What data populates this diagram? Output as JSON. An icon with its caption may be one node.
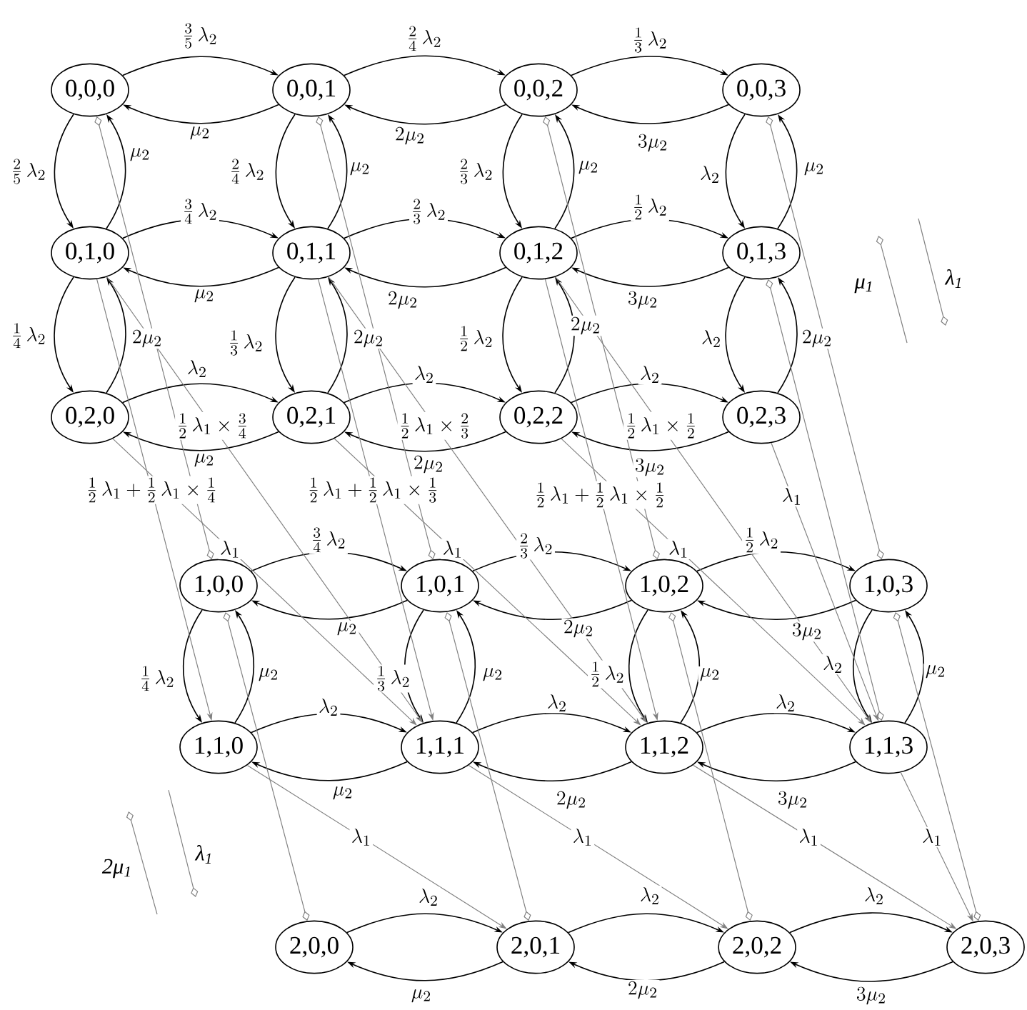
{
  "diagram": {
    "nodes": [
      {
        "text": [
          "0,0,0"
        ]
      },
      {
        "text": [
          "0,0,1"
        ]
      },
      {
        "text": [
          "0,0,2"
        ]
      },
      {
        "text": [
          "0,0,3"
        ]
      },
      {
        "text": [
          "0,1,0"
        ]
      },
      {
        "text": [
          "0,1,1"
        ]
      },
      {
        "text": [
          "0,1,2"
        ]
      },
      {
        "text": [
          "0,1,3"
        ]
      },
      {
        "text": [
          "0,2,0"
        ]
      },
      {
        "text": [
          "0,2,1"
        ]
      },
      {
        "text": [
          "0,2,2"
        ]
      },
      {
        "text": [
          "0,2,3"
        ]
      },
      {
        "text": [
          "1,0,0"
        ]
      },
      {
        "text": [
          "1,0,1"
        ]
      },
      {
        "text": [
          "1,0,2"
        ]
      },
      {
        "text": [
          "1,0,3"
        ]
      },
      {
        "text": [
          "1,1,0"
        ]
      },
      {
        "text": [
          "1,1,1"
        ]
      },
      {
        "text": [
          "1,1,2"
        ]
      },
      {
        "text": [
          "1,1,3"
        ]
      },
      {
        "text": [
          "2,0,0"
        ]
      },
      {
        "text": [
          "2,0,1"
        ]
      },
      {
        "text": [
          "2,0,2"
        ]
      },
      {
        "text": [
          "2,0,3"
        ]
      }
    ],
    "edges": [
      {
        "from": 0,
        "to": 1,
        "arrow": "to",
        "label": "\\frac{3}{5}\\,\\lambda_2"
      },
      {
        "from": 1,
        "to": 0,
        "arrow": "to",
        "label": "\\mu_2"
      },
      {
        "from": 1,
        "to": 2,
        "arrow": "to",
        "label": "\\frac{2}{4}\\,\\lambda_2"
      },
      {
        "from": 2,
        "to": 1,
        "arrow": "to",
        "label": "2\\mu_2"
      },
      {
        "from": 2,
        "to": 3,
        "arrow": "to",
        "label": "\\frac{1}{3}\\,\\lambda_2"
      },
      {
        "from": 3,
        "to": 2,
        "arrow": "to",
        "label": "3\\mu_2"
      },
      {
        "from": 4,
        "to": 5,
        "arrow": "to",
        "label": "\\frac{3}{4}\\,\\lambda_2"
      },
      {
        "from": 5,
        "to": 4,
        "arrow": "to",
        "label": "\\mu_2"
      },
      {
        "from": 5,
        "to": 6,
        "arrow": "to",
        "label": "\\frac{2}{3}\\,\\lambda_2"
      },
      {
        "from": 6,
        "to": 5,
        "arrow": "to",
        "label": "2\\mu_2"
      },
      {
        "from": 6,
        "to": 7,
        "arrow": "to",
        "label": "\\frac{1}{2}\\,\\lambda_2"
      },
      {
        "from": 7,
        "to": 6,
        "arrow": "to",
        "label": "3\\mu_2"
      },
      {
        "from": 8,
        "to": 9,
        "arrow": "to",
        "label": "\\lambda_2"
      },
      {
        "from": 9,
        "to": 8,
        "arrow": "to",
        "label": "\\mu_2"
      },
      {
        "from": 9,
        "to": 10,
        "arrow": "to",
        "label": "\\lambda_2"
      },
      {
        "from": 10,
        "to": 9,
        "arrow": "to",
        "label": "2\\mu_2"
      },
      {
        "from": 10,
        "to": 11,
        "arrow": "to",
        "label": "\\lambda_2"
      },
      {
        "from": 11,
        "to": 10,
        "arrow": "to",
        "label": "3\\mu_2"
      },
      {
        "from": 12,
        "to": 13,
        "arrow": "to",
        "label": "\\frac{3}{4}\\,\\lambda_2"
      },
      {
        "from": 13,
        "to": 12,
        "arrow": "to",
        "label": "\\mu_2"
      },
      {
        "from": 13,
        "to": 14,
        "arrow": "to",
        "label": "\\frac{2}{3}\\,\\lambda_2"
      },
      {
        "from": 14,
        "to": 13,
        "arrow": "to",
        "label": "2\\mu_2"
      },
      {
        "from": 14,
        "to": 15,
        "arrow": "to",
        "label": "\\frac{1}{2}\\,\\lambda_2"
      },
      {
        "from": 15,
        "to": 14,
        "arrow": "to",
        "label": "3\\mu_2"
      },
      {
        "from": 16,
        "to": 17,
        "arrow": "to",
        "label": "\\lambda_2"
      },
      {
        "from": 17,
        "to": 16,
        "arrow": "to",
        "label": "\\mu_2"
      },
      {
        "from": 17,
        "to": 18,
        "arrow": "to",
        "label": "\\lambda_2"
      },
      {
        "from": 18,
        "to": 17,
        "arrow": "to",
        "label": "2\\mu_2"
      },
      {
        "from": 18,
        "to": 19,
        "arrow": "to",
        "label": "\\lambda_2"
      },
      {
        "from": 19,
        "to": 18,
        "arrow": "to",
        "label": "3\\mu_2"
      },
      {
        "from": 20,
        "to": 21,
        "arrow": "to",
        "label": "\\lambda_2"
      },
      {
        "from": 21,
        "to": 20,
        "arrow": "to",
        "label": "\\mu_2"
      },
      {
        "from": 21,
        "to": 22,
        "arrow": "to",
        "label": "\\lambda_2"
      },
      {
        "from": 22,
        "to": 21,
        "arrow": "to",
        "label": "2\\mu_2"
      },
      {
        "from": 22,
        "to": 23,
        "arrow": "to",
        "label": "\\lambda_2"
      },
      {
        "from": 23,
        "to": 22,
        "arrow": "to",
        "label": "3\\mu_2"
      },
      {
        "from": 0,
        "to": 4,
        "arrow": "to",
        "label": "\\frac{2}{5}\\,\\lambda_2"
      },
      {
        "from": 4,
        "to": 0,
        "arrow": "to",
        "label": "\\mu_2"
      },
      {
        "from": 1,
        "to": 5,
        "arrow": "to",
        "label": "\\frac{2}{4}\\,\\lambda_2"
      },
      {
        "from": 5,
        "to": 1,
        "arrow": "to",
        "label": "\\mu_2"
      },
      {
        "from": 2,
        "to": 6,
        "arrow": "to",
        "label": "\\frac{2}{3}\\,\\lambda_2"
      },
      {
        "from": 6,
        "to": 2,
        "arrow": "to",
        "label": "\\mu_2"
      },
      {
        "from": 3,
        "to": 7,
        "arrow": "to",
        "label": "\\lambda_2"
      },
      {
        "from": 7,
        "to": 3,
        "arrow": "to",
        "label": "\\mu_2"
      },
      {
        "from": 4,
        "to": 8,
        "arrow": "to",
        "label": "\\frac{1}{4}\\,\\lambda_2"
      },
      {
        "from": 8,
        "to": 4,
        "arrow": "to",
        "label": "2\\mu_2"
      },
      {
        "from": 5,
        "to": 9,
        "arrow": "to",
        "label": "\\frac{1}{3}\\,\\lambda_2"
      },
      {
        "from": 9,
        "to": 5,
        "arrow": "to",
        "label": "2\\mu_2"
      },
      {
        "from": 6,
        "to": 10,
        "arrow": "to",
        "label": "\\frac{1}{2}\\,\\lambda_2"
      },
      {
        "from": 10,
        "to": 6,
        "arrow": "to",
        "label": "2\\mu_2"
      },
      {
        "from": 7,
        "to": 11,
        "arrow": "to",
        "label": "\\lambda_2"
      },
      {
        "from": 11,
        "to": 7,
        "arrow": "to",
        "label": "2\\mu_2"
      },
      {
        "from": 12,
        "to": 16,
        "arrow": "to",
        "label": "\\frac{1}{4}\\,\\lambda_2"
      },
      {
        "from": 16,
        "to": 12,
        "arrow": "to",
        "label": "\\mu_2"
      },
      {
        "from": 13,
        "to": 17,
        "arrow": "to",
        "label": "\\frac{1}{3}\\,\\lambda_2"
      },
      {
        "from": 17,
        "to": 13,
        "arrow": "to",
        "label": "\\mu_2"
      },
      {
        "from": 14,
        "to": 18,
        "arrow": "to",
        "label": "\\frac{1}{2}\\,\\lambda_2"
      },
      {
        "from": 18,
        "to": 14,
        "arrow": "to",
        "label": "\\mu_2"
      },
      {
        "from": 15,
        "to": 19,
        "arrow": "to",
        "label": "\\lambda_2"
      },
      {
        "from": 19,
        "to": 15,
        "arrow": "to",
        "label": "\\mu_2"
      },
      {
        "from": 0,
        "to": 12,
        "arrow": "other",
        "color": "#808080"
      },
      {
        "from": 1,
        "to": 13,
        "arrow": "other",
        "color": "#808080"
      },
      {
        "from": 2,
        "to": 14,
        "arrow": "other",
        "color": "#808080"
      },
      {
        "from": 3,
        "to": 15,
        "arrow": "other",
        "color": "#808080"
      },
      {
        "from": 4,
        "to": 16,
        "arrow": "to",
        "color": "#808080",
        "label": "\\frac{1}{2}\\,\\lambda_1+\\frac{1}{2}\\,\\lambda_1\\times\\frac{1}{4}"
      },
      {
        "from": 5,
        "to": 17,
        "arrow": "to",
        "color": "#808080",
        "label": "\\frac{1}{2}\\,\\lambda_1+\\frac{1}{2}\\,\\lambda_1\\times\\frac{1}{3}"
      },
      {
        "from": 6,
        "to": 18,
        "arrow": "to",
        "color": "#808080",
        "label": "\\frac{1}{2}\\,\\lambda_1+\\frac{1}{2}\\,\\lambda_1\\times\\frac{1}{2}"
      },
      {
        "from": 7,
        "to": 19,
        "arrow": "other",
        "color": "#808080"
      },
      {
        "from": 12,
        "to": 20,
        "arrow": "other",
        "color": "#808080"
      },
      {
        "from": 13,
        "to": 21,
        "arrow": "other",
        "color": "#808080"
      },
      {
        "from": 14,
        "to": 22,
        "arrow": "other",
        "color": "#808080"
      },
      {
        "from": 15,
        "to": 23,
        "arrow": "other",
        "color": "#808080"
      },
      {
        "from": 4,
        "to": 17,
        "arrow": "to",
        "color": "#808080",
        "label": "\\frac{1}{2}\\,\\lambda_1\\times\\frac{3}{4}"
      },
      {
        "from": 5,
        "to": 18,
        "arrow": "to",
        "color": "#808080",
        "label": "\\frac{1}{2}\\,\\lambda_1\\times\\frac{2}{3}"
      },
      {
        "from": 6,
        "to": 19,
        "arrow": "to",
        "color": "#808080",
        "label": "\\frac{1}{2}\\,\\lambda_1\\times\\frac{1}{2}"
      },
      {
        "from": 8,
        "to": 17,
        "arrow": "to",
        "color": "#808080",
        "label": "\\lambda_1"
      },
      {
        "from": 9,
        "to": 18,
        "arrow": "to",
        "color": "#808080",
        "label": "\\lambda_1"
      },
      {
        "from": 10,
        "to": 19,
        "arrow": "to",
        "color": "#808080",
        "label": "\\lambda_1"
      },
      {
        "from": 11,
        "to": 19,
        "arrow": "to",
        "color": "#808080",
        "label": "\\lambda_1"
      },
      {
        "from": 16,
        "to": 21,
        "arrow": "to",
        "color": "#808080",
        "label": "\\lambda_1"
      },
      {
        "from": 17,
        "to": 22,
        "arrow": "to",
        "color": "#808080",
        "label": "\\lambda_1"
      },
      {
        "from": 18,
        "to": 23,
        "arrow": "to",
        "color": "#808080",
        "label": "\\lambda_1"
      },
      {
        "from": 19,
        "to": 23,
        "arrow": "to",
        "color": "#808080",
        "label": "\\lambda_1"
      }
    ],
    "legend": [
      {
        "text": "μ$_{1}$"
      },
      {
        "text": "λ$_{1}$"
      },
      {
        "text": "2μ$_{1}$"
      },
      {
        "text": "λ$_{1}$"
      }
    ]
  }
}
